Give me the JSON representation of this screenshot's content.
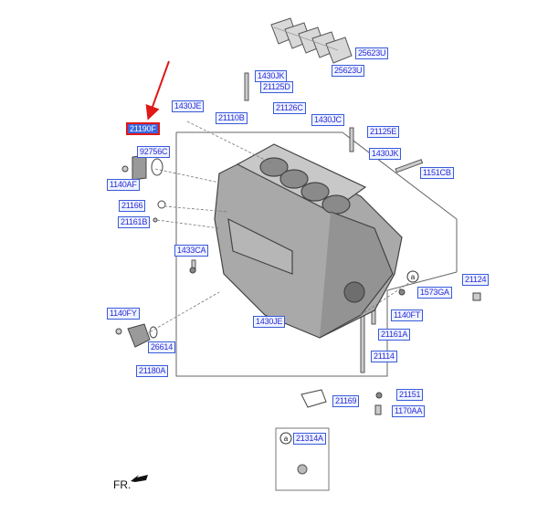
{
  "diagram": {
    "labels": {
      "l25623u_a": "25623U",
      "l25623u_b": "25623U",
      "l1430jk_a": "1430JK",
      "l21125d": "21125D",
      "l1430je_a": "1430JE",
      "l21126c": "21126C",
      "l21110b": "21110B",
      "l1430jc": "1430JC",
      "l21190": "21190F",
      "l21125e": "21125E",
      "l1430jk_b": "1430JK",
      "l92756c": "92756C",
      "l1151cb": "1151CB",
      "l1140af": "1140AF",
      "l21166": "21166",
      "l21161b": "21161B",
      "l1433ca": "1433CA",
      "l21124": "21124",
      "l1573ga": "1573GA",
      "l1140fy": "1140FY",
      "l1140ft": "1140FT",
      "l1430je_b": "1430JE",
      "l21161a": "21161A",
      "l26614": "26614",
      "l21114": "21114",
      "l21180a": "21180A",
      "l21151": "21151",
      "l21169": "21169",
      "l1170aa": "1170AA",
      "l21314a": "21314A"
    },
    "callout_a": "a",
    "front_label": "FR.",
    "colors": {
      "label_text": "#2b2bd6",
      "label_bg": "#eef3ff",
      "highlight_fill": "#3a67e0",
      "highlight_border": "#e01818",
      "arrow": "#e01818"
    }
  }
}
